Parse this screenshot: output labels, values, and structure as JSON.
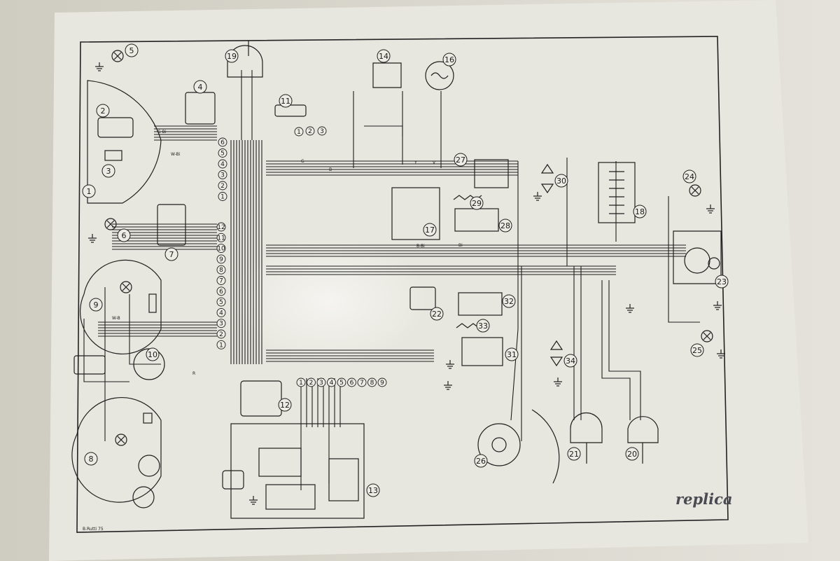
{
  "brand": "replica",
  "credit": "B.Rutti 75",
  "components": [
    "1",
    "2",
    "3",
    "4",
    "5",
    "6",
    "7",
    "8",
    "9",
    "10",
    "11",
    "12",
    "13",
    "14",
    "16",
    "17",
    "18",
    "19",
    "20",
    "21",
    "22",
    "23",
    "24",
    "25",
    "26",
    "27",
    "28",
    "29",
    "30",
    "31",
    "32",
    "33",
    "34"
  ],
  "connector_left_upper": [
    "6",
    "5",
    "4",
    "3",
    "2",
    "1"
  ],
  "connector_left_lower": [
    "12",
    "11",
    "10",
    "9",
    "8",
    "7",
    "6",
    "5",
    "4",
    "3",
    "2",
    "1"
  ],
  "connector_11_pins": [
    "1",
    "2",
    "3"
  ],
  "connector_12_pins": [
    "1",
    "2",
    "3",
    "4",
    "5",
    "6",
    "7",
    "8",
    "9"
  ],
  "wire_codes": [
    "G-Bi",
    "G",
    "B",
    "Y",
    "W-Bi",
    "B-Bi",
    "W-B",
    "V",
    "R",
    "Bi"
  ]
}
